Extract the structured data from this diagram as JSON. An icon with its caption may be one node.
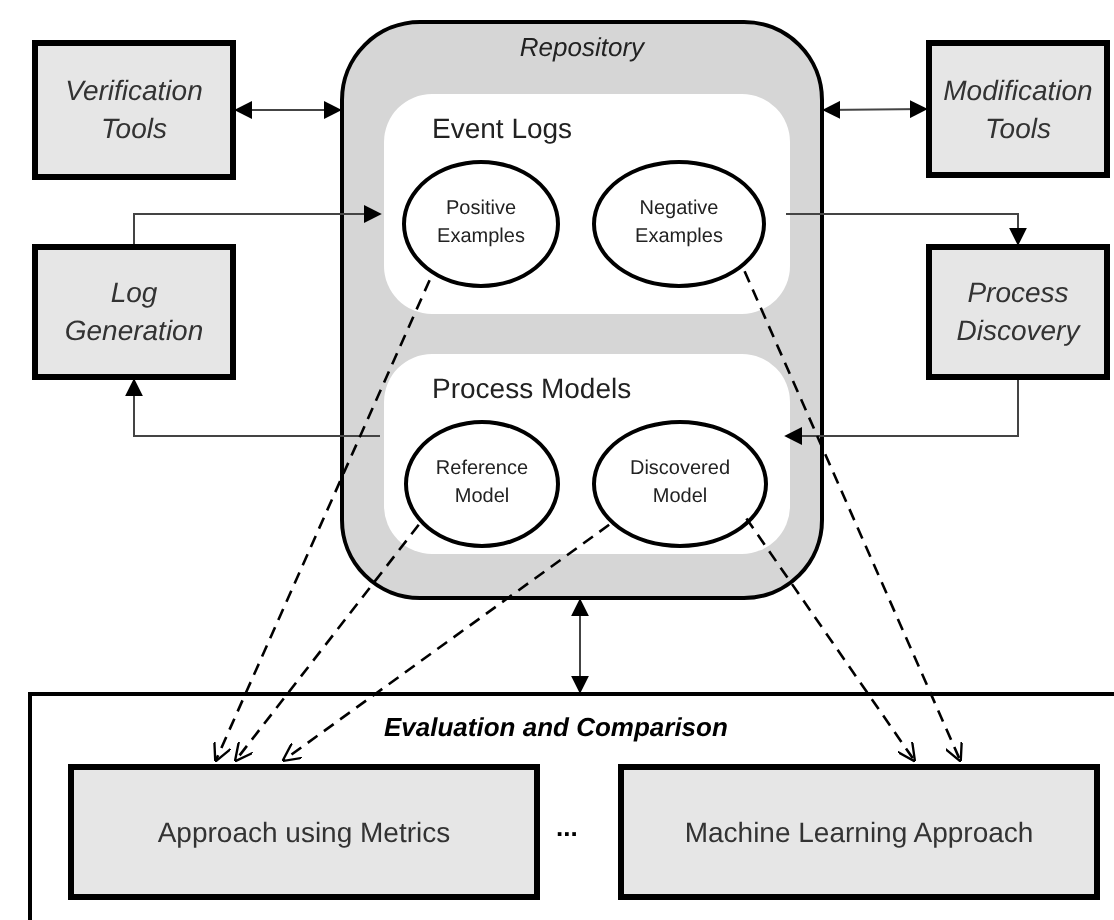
{
  "diagram": {
    "nodes": [
      {
        "text": [
          "Verification Tools"
        ]
      },
      {
        "text": [
          "Repository"
        ]
      },
      {
        "text": [
          "Event Logs"
        ],
        "in": 1
      },
      {
        "text": [
          "Positive Examples"
        ],
        "in": 2
      },
      {
        "text": [
          "Negative Examples"
        ],
        "in": 2
      },
      {
        "text": [
          "Process Models"
        ],
        "in": 1
      },
      {
        "text": [
          "Reference Model"
        ],
        "in": 5
      },
      {
        "text": [
          "Discovered Model"
        ],
        "in": 5
      },
      {
        "text": [
          "Modification Tools"
        ]
      },
      {
        "text": [
          "Log Generation"
        ]
      },
      {
        "text": [
          "Process Discovery"
        ]
      },
      {
        "text": [
          "Evaluation and Comparison"
        ]
      },
      {
        "text": [
          "Approach using Metrics"
        ],
        "in": 11
      },
      {
        "text": [
          "Machine Learning Approach"
        ],
        "in": 11
      }
    ],
    "edges": [
      {
        "from": 0,
        "to": 1,
        "arrow": "both"
      },
      {
        "from": 8,
        "to": 1,
        "arrow": "both"
      },
      {
        "from": 9,
        "to": 2,
        "arrow": "to"
      },
      {
        "from": 2,
        "to": 10,
        "arrow": "to"
      },
      {
        "from": 10,
        "to": 5,
        "arrow": "to"
      },
      {
        "from": 5,
        "to": 9,
        "arrow": "to"
      },
      {
        "from": 1,
        "to": 11,
        "arrow": "both"
      },
      {
        "from": 3,
        "to": 12,
        "arrow": "to",
        "style": "dashed"
      },
      {
        "from": 6,
        "to": 12,
        "arrow": "to",
        "style": "dashed"
      },
      {
        "from": 7,
        "to": 12,
        "arrow": "to",
        "style": "dashed"
      },
      {
        "from": 7,
        "to": 13,
        "arrow": "to",
        "style": "dashed"
      },
      {
        "from": 4,
        "to": 13,
        "arrow": "to",
        "style": "dashed"
      }
    ],
    "labels": [
      "..."
    ]
  }
}
